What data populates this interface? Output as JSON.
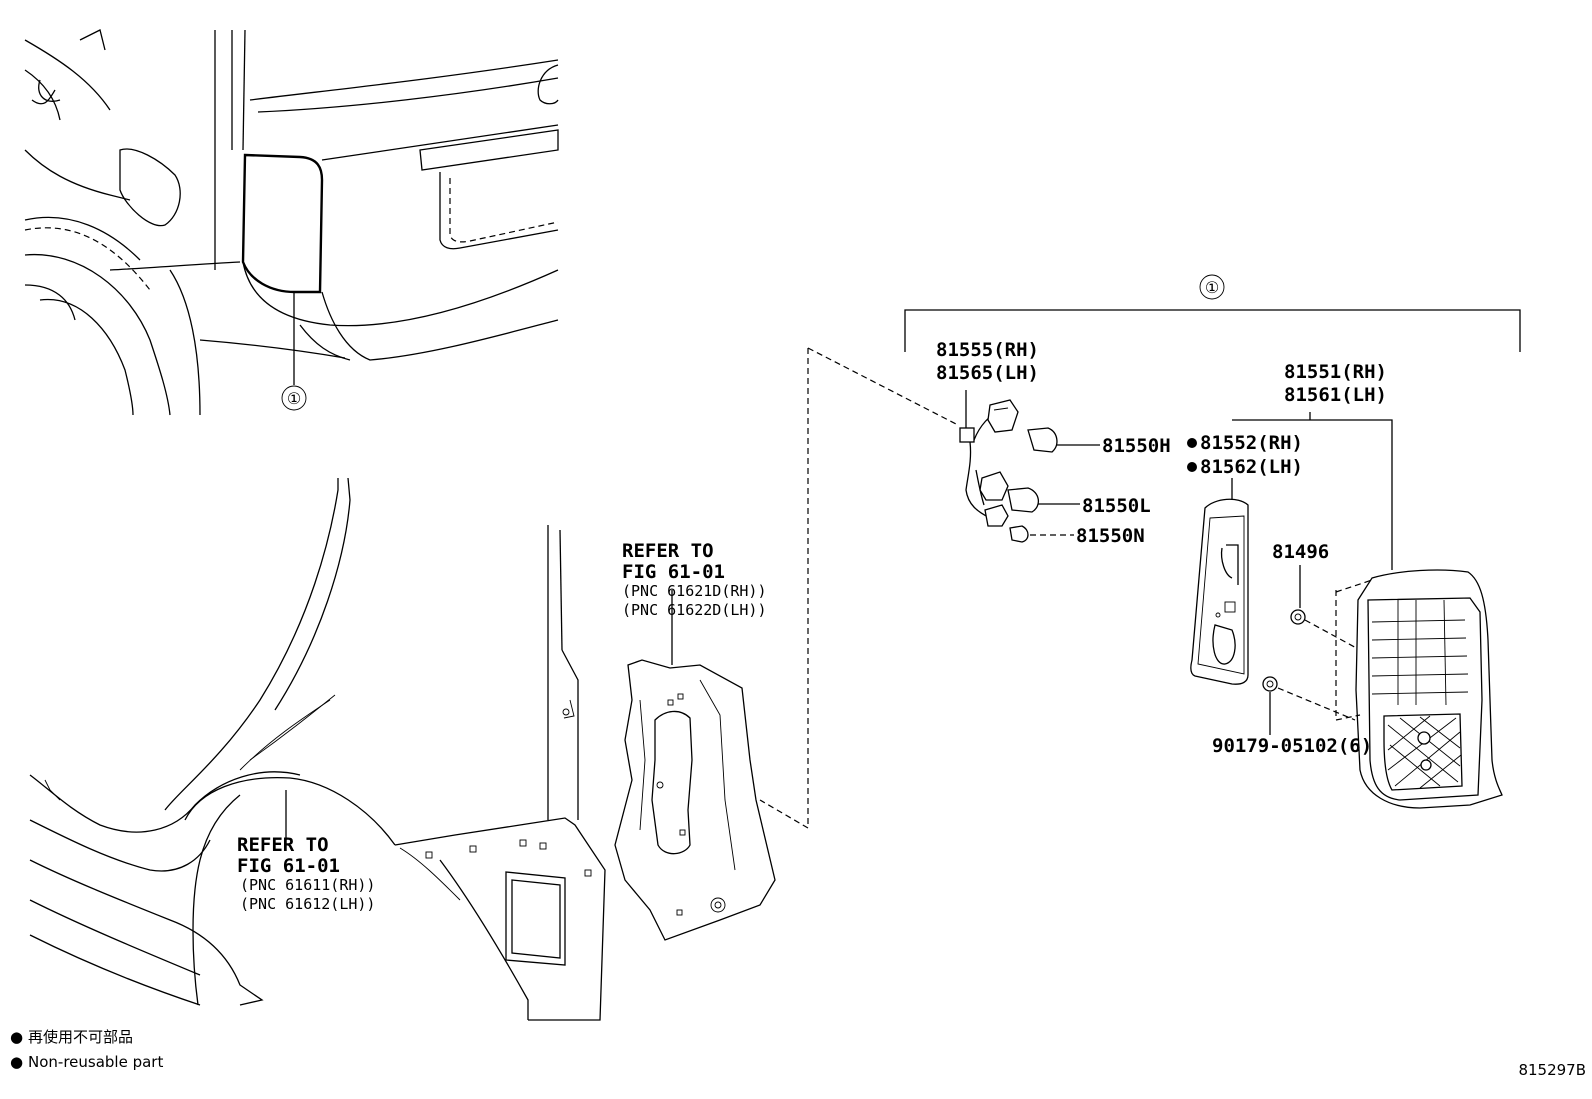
{
  "diagram_id": "815297B",
  "callout_symbol": "①",
  "labels": {
    "socket_rh": "81555(RH)",
    "socket_lh": "81565(LH)",
    "bulb_h": "81550H",
    "bulb_l": "81550L",
    "bulb_n": "81550N",
    "lens_rh": "81551(RH)",
    "lens_lh": "81561(LH)",
    "gasket_rh": "81552(RH)",
    "gasket_lh": "81562(LH)",
    "clip": "81496",
    "screw": "90179-05102(6)"
  },
  "refer_upper": {
    "line1": "REFER TO",
    "line2": "FIG 61-01",
    "line3": "(PNC 61621D(RH))",
    "line4": "(PNC 61622D(LH))"
  },
  "refer_lower": {
    "line1": "REFER TO",
    "line2": "FIG 61-01",
    "line3": "(PNC 61611(RH))",
    "line4": "(PNC 61612(LH))"
  },
  "legend": {
    "marker": "●",
    "line1": "再使用不可部品",
    "line2": "Non-reusable part"
  }
}
